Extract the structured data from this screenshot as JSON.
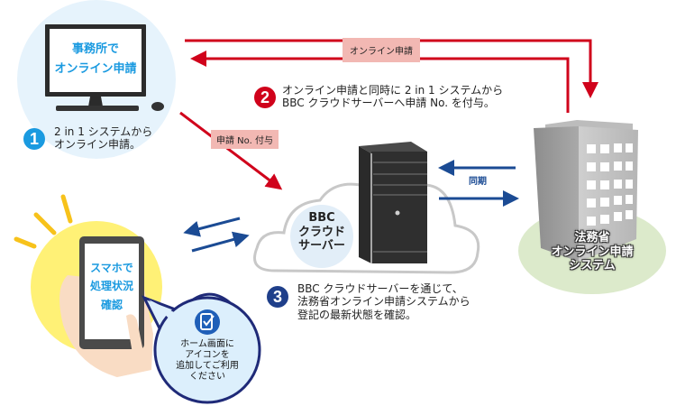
{
  "office": {
    "screen_line1": "事務所で",
    "screen_line2": "オンライン申請"
  },
  "steps": [
    {
      "number": "1",
      "line1": "2 in 1 システムから",
      "line2": "オンライン申請。",
      "color": "#1a9ae0"
    },
    {
      "number": "2",
      "line1": "オンライン申請と同時に 2 in 1 システムから",
      "line2": "BBC クラウドサーバーへ申請 No. を付与。",
      "color": "#d0021b"
    },
    {
      "number": "3",
      "line1": "BBC クラウドサーバーを通じて、",
      "line2": "法務省オンライン申請システムから",
      "line3": "登記の最新状態を確認。",
      "color": "#1f3f8a"
    }
  ],
  "arrows": {
    "online_application_label": "オンライン申請",
    "application_number_label": "申請 No. 付与",
    "sync_label": "同期"
  },
  "cloud_server": {
    "line1": "BBC",
    "line2": "クラウド",
    "line3": "サーバー"
  },
  "ministry": {
    "line1": "法務省",
    "line2": "オンライン申請",
    "line3": "システム"
  },
  "smartphone": {
    "screen_line1": "スマホで",
    "screen_line2": "処理状況",
    "screen_line3": "確認"
  },
  "bubble": {
    "line1": "ホーム画面に",
    "line2": "アイコンを",
    "line3": "追加してご利用",
    "line4": "ください"
  },
  "colors": {
    "red_arrow": "#d0021b",
    "blue_arrow": "#1b4b94",
    "label_bg": "#f2b8b3",
    "screen_text": "#1a9ae0"
  }
}
